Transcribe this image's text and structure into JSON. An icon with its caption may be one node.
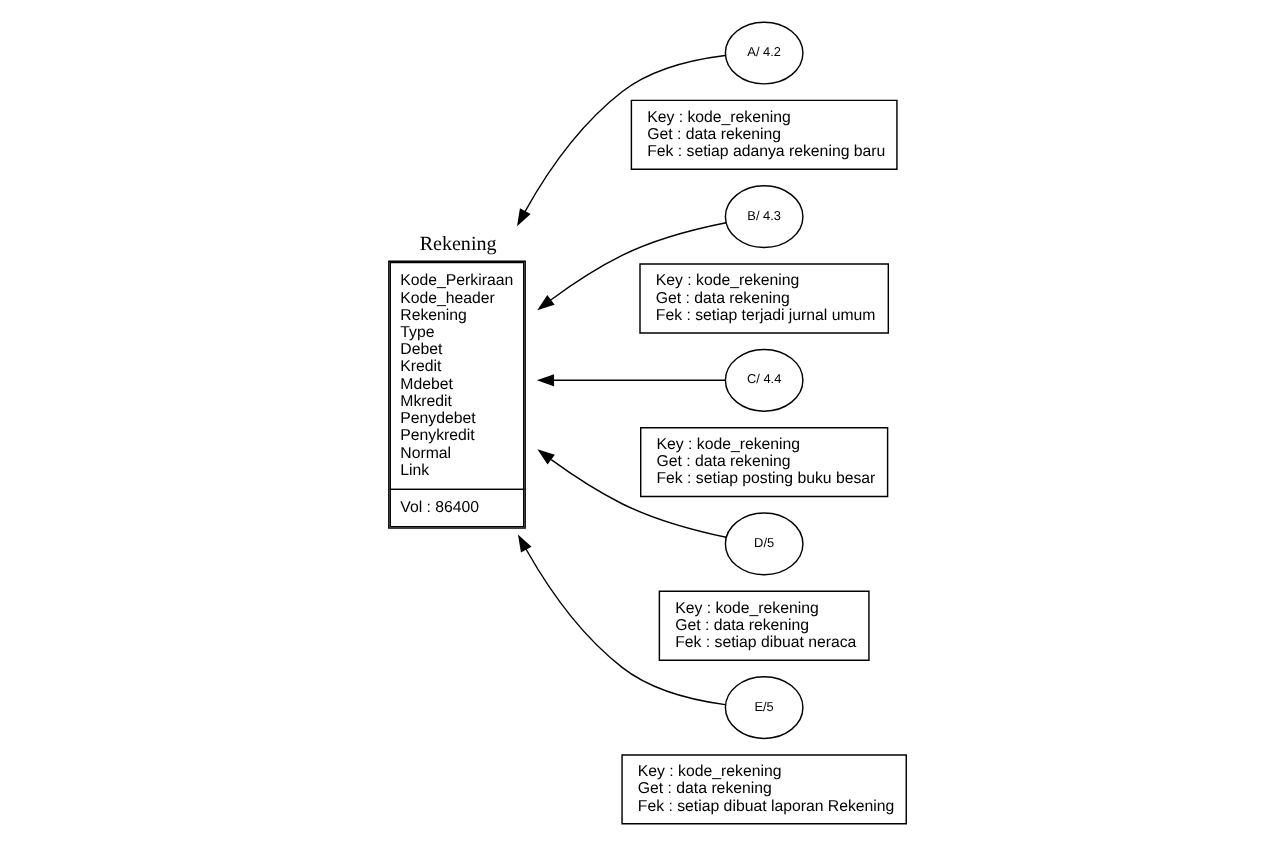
{
  "diagram": {
    "nodes": [
      {
        "text": [
          "Rekening",
          "Kode_Perkiraan",
          "Kode_header",
          "Rekening",
          "Type",
          "Debet",
          "Kredit",
          "Mdebet",
          "Mkredit",
          "Penydebet",
          "Penykredit",
          "Normal",
          "Link",
          "Vol : 86400"
        ]
      },
      {
        "text": [
          "A/ 4.2"
        ]
      },
      {
        "text": [
          "B/ 4.3"
        ]
      },
      {
        "text": [
          "C/ 4.4"
        ]
      },
      {
        "text": [
          "D/5"
        ]
      },
      {
        "text": [
          "E/5"
        ]
      },
      {
        "text": [
          "Key : kode_rekening",
          "Get : data rekening",
          "Fek : setiap adanya rekening baru"
        ]
      },
      {
        "text": [
          "Key : kode_rekening",
          "Get : data rekening",
          "Fek : setiap terjadi jurnal umum"
        ]
      },
      {
        "text": [
          "Key : kode_rekening",
          "Get : data rekening",
          "Fek : setiap posting buku besar"
        ]
      },
      {
        "text": [
          "Key : kode_rekening",
          "Get : data rekening",
          "Fek : setiap dibuat neraca"
        ]
      },
      {
        "text": [
          "Key : kode_rekening",
          "Get : data rekening",
          "Fek : setiap dibuat laporan Rekening"
        ]
      }
    ],
    "edges": [
      {
        "from": 1,
        "to": 0,
        "arrow": "to"
      },
      {
        "from": 2,
        "to": 0,
        "arrow": "to"
      },
      {
        "from": 3,
        "to": 0,
        "arrow": "to"
      },
      {
        "from": 4,
        "to": 0,
        "arrow": "to"
      },
      {
        "from": 5,
        "to": 0,
        "arrow": "to"
      }
    ]
  }
}
